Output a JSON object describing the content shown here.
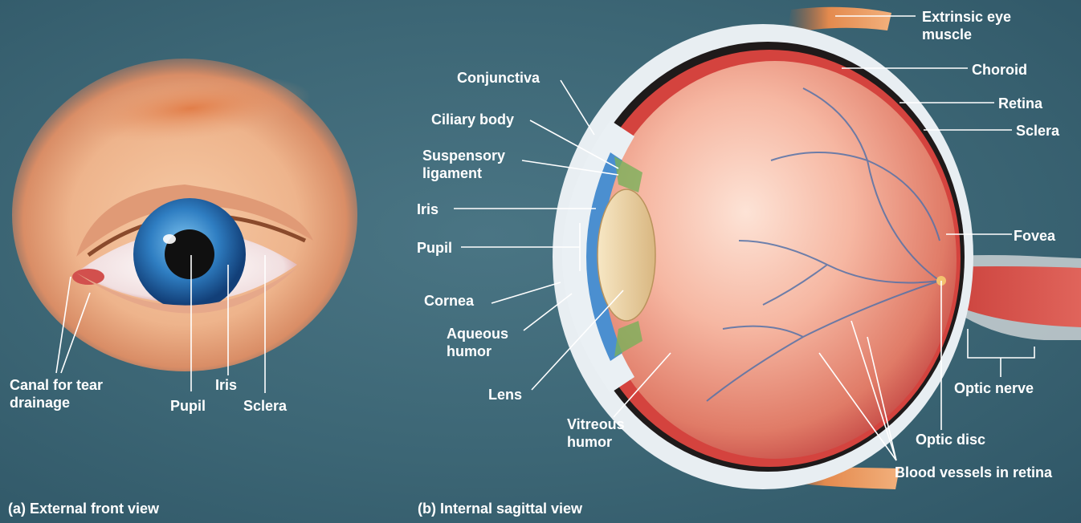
{
  "panel_a": {
    "caption": "(a)  External front view",
    "labels": {
      "canal_line1": "Canal for tear",
      "canal_line2": "drainage",
      "pupil": "Pupil",
      "iris": "Iris",
      "sclera": "Sclera"
    }
  },
  "panel_b": {
    "caption": "(b)  Internal sagittal view",
    "labels": {
      "extrinsic_line1": "Extrinsic eye",
      "extrinsic_line2": "muscle",
      "choroid": "Choroid",
      "retina": "Retina",
      "sclera": "Sclera",
      "conjunctiva": "Conjunctiva",
      "ciliary_body": "Ciliary body",
      "suspensory_line1": "Suspensory",
      "suspensory_line2": "ligament",
      "iris": "Iris",
      "pupil": "Pupil",
      "cornea": "Cornea",
      "aqueous_line1": "Aqueous",
      "aqueous_line2": "humor",
      "lens": "Lens",
      "vitreous_line1": "Vitreous",
      "vitreous_line2": "humor",
      "fovea": "Fovea",
      "optic_nerve": "Optic nerve",
      "optic_disc": "Optic disc",
      "blood_vessels": "Blood vessels in retina"
    }
  }
}
